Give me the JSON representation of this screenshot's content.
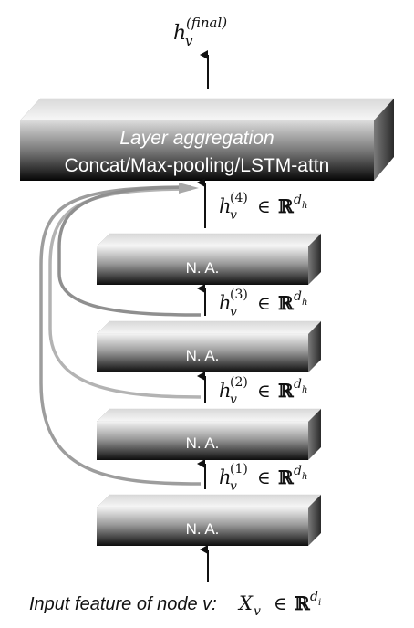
{
  "output": {
    "symbol": "h",
    "sub": "v",
    "sup": "(final)"
  },
  "aggregation": {
    "title": "Layer aggregation",
    "subtitle": "Concat/Max-pooling/LSTM-attn"
  },
  "layers": [
    {
      "label": "N. A.",
      "h_sup": "(1)"
    },
    {
      "label": "N. A.",
      "h_sup": "(2)"
    },
    {
      "label": "N. A.",
      "h_sup": "(3)"
    },
    {
      "label": "N. A.",
      "h_sup": "(4)"
    }
  ],
  "h_symbol": "h",
  "h_sub": "v",
  "in_symbol": "∈",
  "real_symbol": "ℝ",
  "dim_hidden": {
    "base": "d",
    "sub": "h"
  },
  "input": {
    "prefix": "Input feature of node v: ",
    "symbol": "X",
    "sub": "v",
    "dim": {
      "base": "d",
      "sub": "i"
    }
  },
  "colors": {
    "box_dark": "#111111",
    "box_light": "#e6e6e6",
    "skip_arrow": "#9a9a9a",
    "arrow": "#111111"
  }
}
